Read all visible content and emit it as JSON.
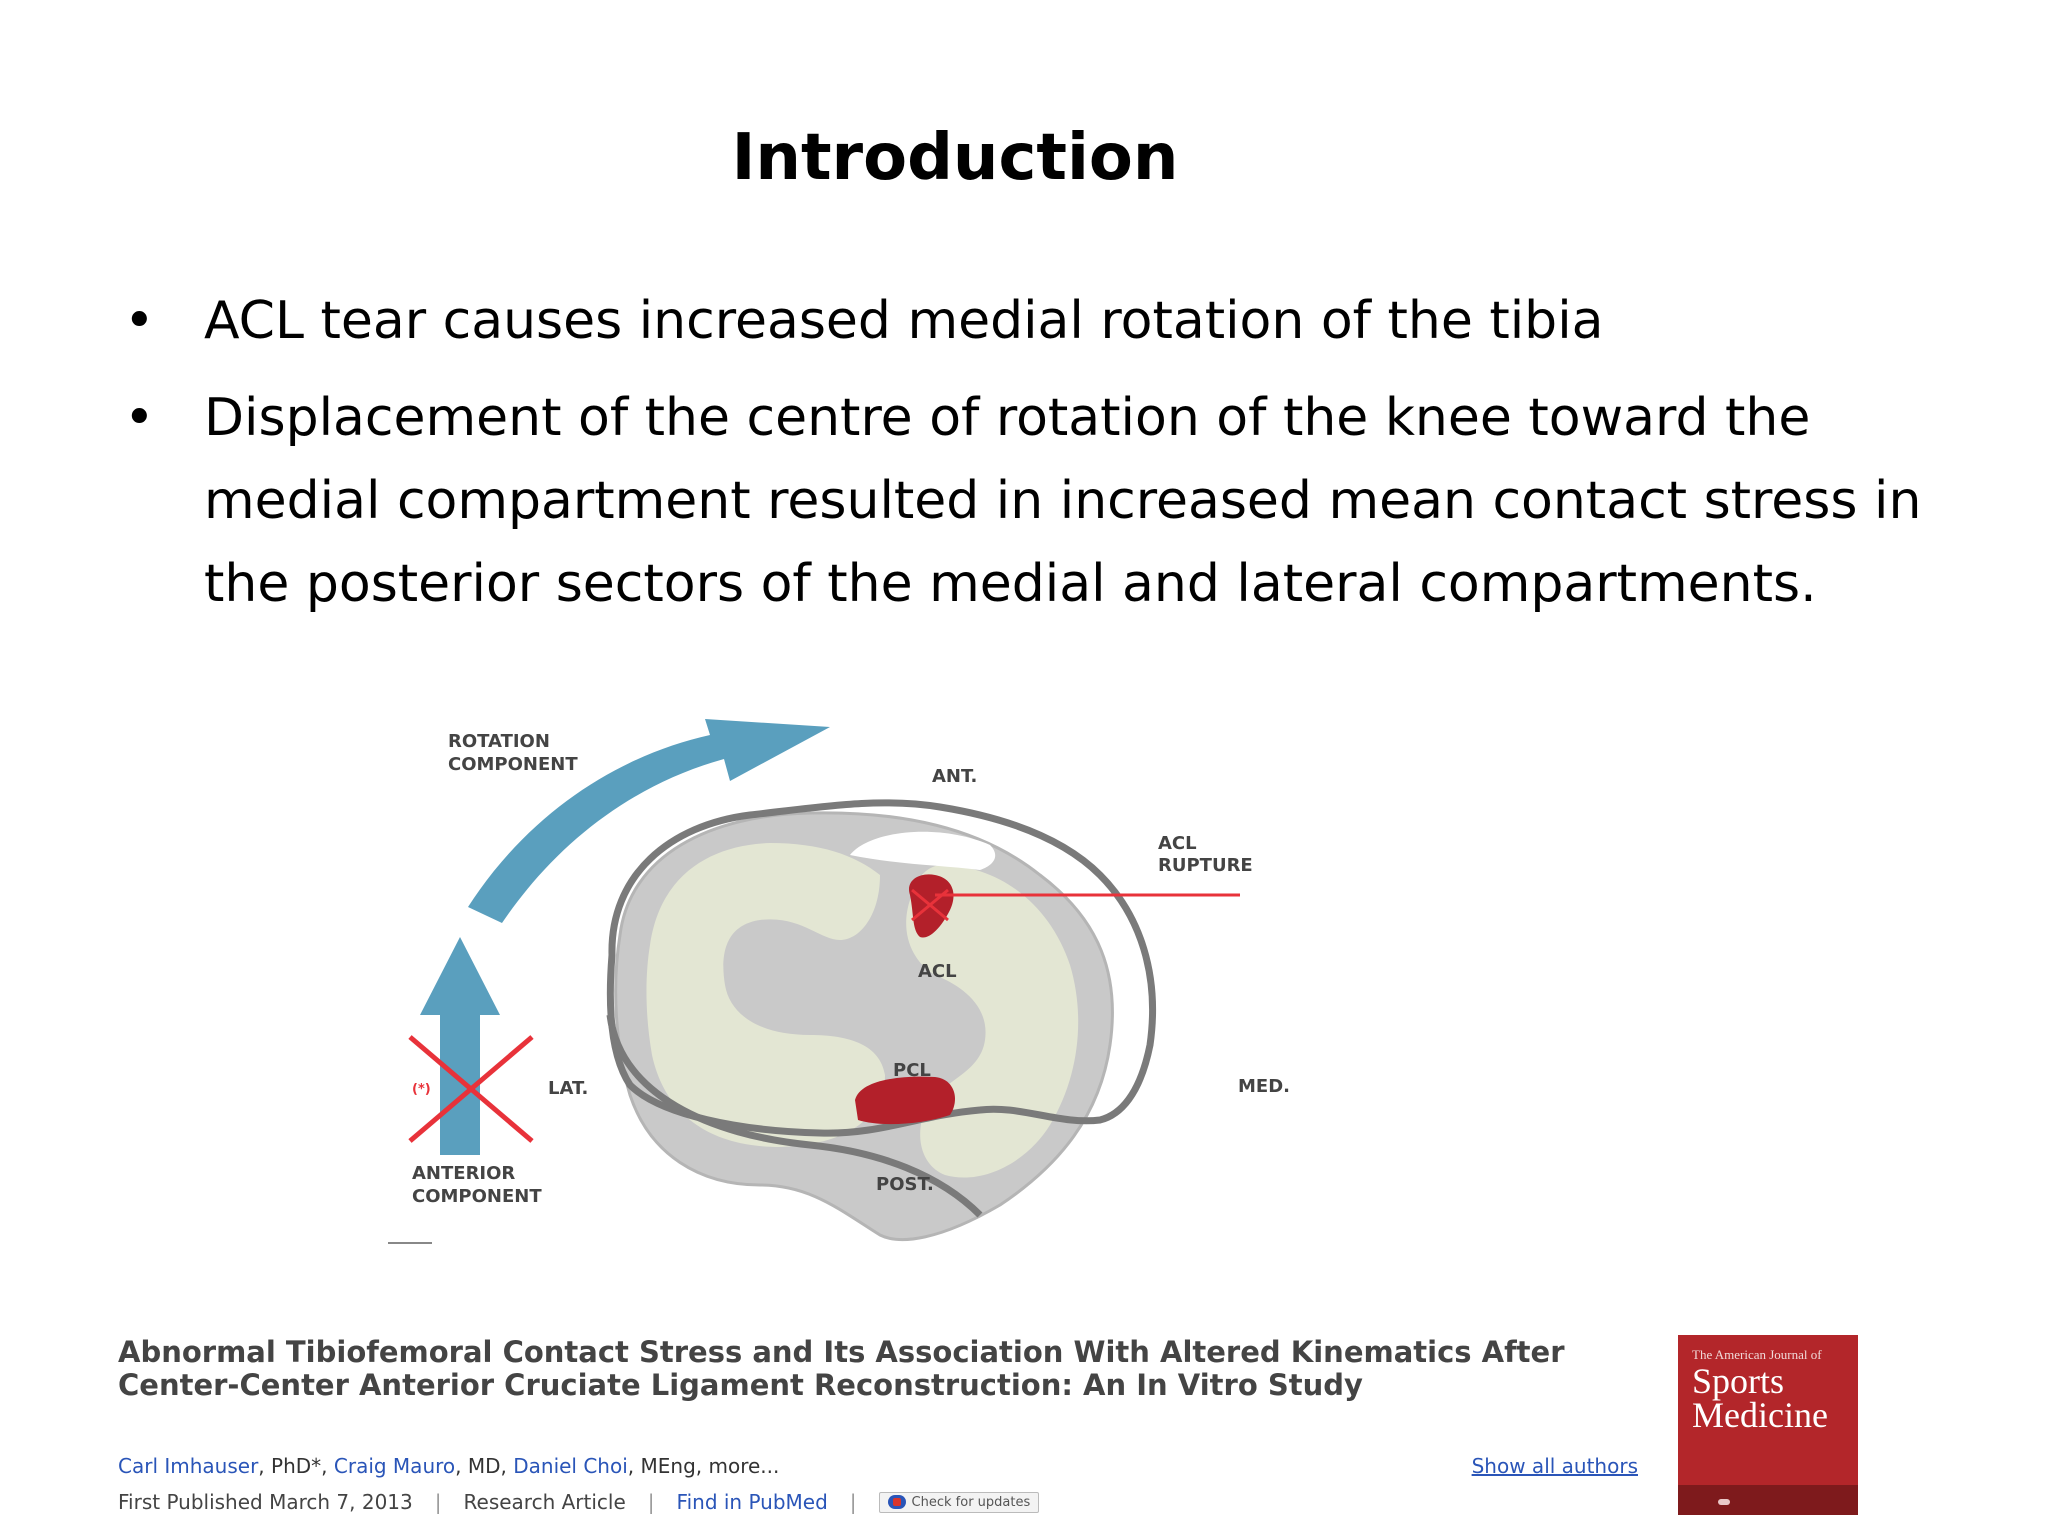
{
  "slide": {
    "title": "Introduction",
    "bullets": [
      "ACL tear causes increased medial rotation of the tibia",
      "Displacement of the centre of rotation of the knee toward the medial compartment resulted in increased mean contact stress in the posterior sectors of the medial and lateral compartments."
    ],
    "bullet_symbol": "•"
  },
  "figure": {
    "labels": {
      "rotation_line1": "ROTATION",
      "rotation_line2": "COMPONENT",
      "ant": "ANT.",
      "acl_rupture_line1": "ACL",
      "acl_rupture_line2": "RUPTURE",
      "acl": "ACL",
      "pcl": "PCL",
      "lat": "LAT.",
      "med": "MED.",
      "post": "POST.",
      "asterisk": "(*)",
      "anterior_line1": "ANTERIOR",
      "anterior_line2": "COMPONENT"
    },
    "colors": {
      "arrow": "#5a9fbe",
      "tibia": "#c9c9c9",
      "condyle": "#e3e6d3",
      "outline": "#7a7a7a",
      "ligament": "#b3202a",
      "rupture_line": "#e8323a",
      "cross": "#e8323a"
    }
  },
  "citation": {
    "title": "Abnormal Tibiofemoral Contact Stress and Its Association With Altered Kinematics After Center-Center Anterior Cruciate Ligament Reconstruction: An In Vitro Study",
    "authors": [
      {
        "name": "Carl Imhauser",
        "degree": ", PhD*, "
      },
      {
        "name": "Craig Mauro",
        "degree": ", MD, "
      },
      {
        "name": "Daniel Choi",
        "degree": ", MEng, more..."
      }
    ],
    "show_all": "Show all authors",
    "published": "First Published March 7, 2013",
    "article_type": "Research Article",
    "pubmed": "Find in PubMed",
    "check_updates": "Check for updates",
    "separator": "|"
  },
  "journal": {
    "top_line": "The American Journal of",
    "line1": "Sports",
    "line2": "Medicine"
  }
}
